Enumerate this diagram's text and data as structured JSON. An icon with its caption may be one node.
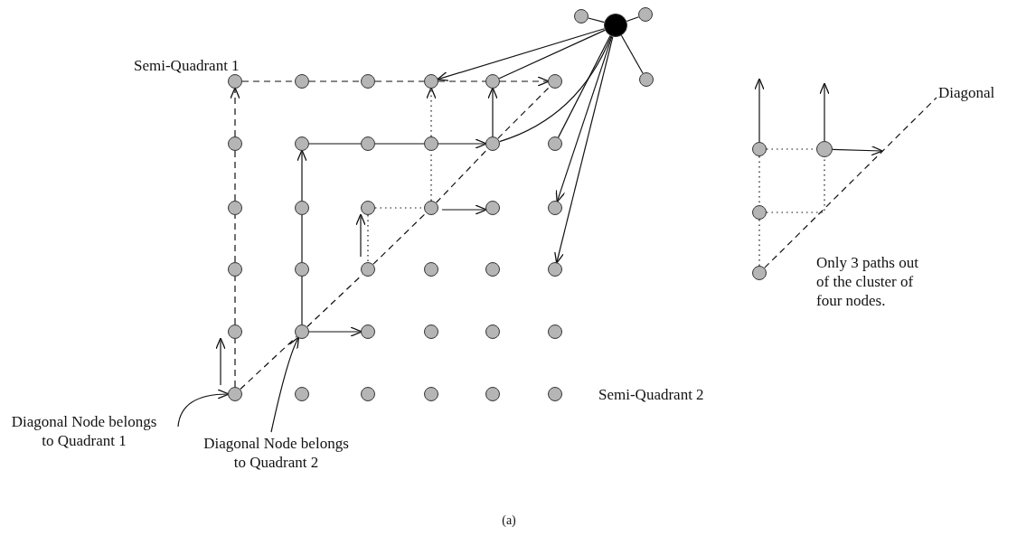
{
  "diagram": {
    "caption": "(a)",
    "nodes": [
      {
        "text": [],
        "shape": "circle"
      },
      {
        "text": [],
        "shape": "circle"
      },
      {
        "text": [],
        "shape": "circle"
      },
      {
        "text": [],
        "shape": "circle"
      },
      {
        "text": [],
        "shape": "circle"
      },
      {
        "text": [],
        "shape": "circle"
      },
      {
        "text": [],
        "shape": "circle"
      },
      {
        "text": [],
        "shape": "circle"
      },
      {
        "text": [],
        "shape": "circle"
      },
      {
        "text": [],
        "shape": "circle"
      },
      {
        "text": [],
        "shape": "circle"
      },
      {
        "text": [],
        "shape": "circle"
      },
      {
        "text": [],
        "shape": "circle"
      },
      {
        "text": [],
        "shape": "circle"
      },
      {
        "text": [],
        "shape": "circle"
      },
      {
        "text": [],
        "shape": "circle"
      },
      {
        "text": [],
        "shape": "circle"
      },
      {
        "text": [],
        "shape": "circle"
      },
      {
        "text": [],
        "shape": "circle"
      },
      {
        "text": [],
        "shape": "circle"
      },
      {
        "text": [],
        "shape": "circle"
      },
      {
        "text": [],
        "shape": "circle"
      },
      {
        "text": [],
        "shape": "circle"
      },
      {
        "text": [],
        "shape": "circle"
      },
      {
        "text": [],
        "shape": "circle"
      },
      {
        "text": [],
        "shape": "circle"
      },
      {
        "text": [],
        "shape": "circle"
      },
      {
        "text": [],
        "shape": "circle"
      },
      {
        "text": [],
        "shape": "circle"
      },
      {
        "text": [],
        "shape": "circle"
      },
      {
        "text": [],
        "shape": "circle"
      },
      {
        "text": [],
        "shape": "circle"
      },
      {
        "text": [],
        "shape": "circle"
      },
      {
        "text": [],
        "shape": "circle"
      },
      {
        "text": [],
        "shape": "circle"
      },
      {
        "text": [],
        "shape": "circle"
      },
      {
        "text": [],
        "shape": "circle"
      },
      {
        "text": [],
        "shape": "circle"
      },
      {
        "text": [],
        "shape": "circle"
      },
      {
        "text": [],
        "shape": "circle"
      },
      {
        "text": [],
        "shape": "circle"
      },
      {
        "text": [],
        "shape": "circle"
      },
      {
        "text": [],
        "shape": "circle"
      },
      {
        "text": [],
        "shape": "circle"
      },
      {
        "text": [
          "Diagonal Node belongs to Quadrant 1"
        ]
      },
      {
        "text": [
          "Diagonal Node belongs to Quadrant 2"
        ]
      },
      {
        "text": [
          "Diagonal"
        ]
      }
    ],
    "edges": [
      {
        "from": 36,
        "to": 37,
        "arrow": "none"
      },
      {
        "from": 36,
        "to": 38,
        "arrow": "none"
      },
      {
        "from": 36,
        "to": 39,
        "arrow": "none"
      },
      {
        "from": 36,
        "to": 11,
        "arrow": "none"
      },
      {
        "from": 36,
        "to": 3,
        "arrow": "to"
      },
      {
        "from": 36,
        "to": 4,
        "arrow": "none"
      },
      {
        "from": 36,
        "to": 10,
        "arrow": "none"
      },
      {
        "from": 36,
        "to": 17,
        "arrow": "to"
      },
      {
        "from": 36,
        "to": 23,
        "arrow": "to"
      },
      {
        "from": 30,
        "to": 24,
        "arrow": "none",
        "style": "dashed"
      },
      {
        "from": 24,
        "to": 18,
        "arrow": "none",
        "style": "dashed"
      },
      {
        "from": 18,
        "to": 12,
        "arrow": "none",
        "style": "dashed"
      },
      {
        "from": 12,
        "to": 6,
        "arrow": "none",
        "style": "dashed"
      },
      {
        "from": 6,
        "to": 0,
        "arrow": "to",
        "style": "dashed"
      },
      {
        "from": 0,
        "to": 1,
        "arrow": "none",
        "style": "dashed"
      },
      {
        "from": 1,
        "to": 2,
        "arrow": "none",
        "style": "dashed"
      },
      {
        "from": 2,
        "to": 3,
        "arrow": "none",
        "style": "dashed"
      },
      {
        "from": 3,
        "to": 4,
        "arrow": "none",
        "style": "dashed"
      },
      {
        "from": 4,
        "to": 5,
        "arrow": "to",
        "style": "dashed"
      },
      {
        "from": 30,
        "to": 25,
        "arrow": "none",
        "style": "dashed"
      },
      {
        "from": 25,
        "to": 20,
        "arrow": "none",
        "style": "dashed"
      },
      {
        "from": 20,
        "to": 15,
        "arrow": "none",
        "style": "dashed"
      },
      {
        "from": 15,
        "to": 10,
        "arrow": "none",
        "style": "dashed"
      },
      {
        "from": 10,
        "to": 5,
        "arrow": "none",
        "style": "dashed"
      },
      {
        "from": 25,
        "to": 19,
        "arrow": "none"
      },
      {
        "from": 19,
        "to": 13,
        "arrow": "none"
      },
      {
        "from": 13,
        "to": 7,
        "arrow": "to"
      },
      {
        "from": 7,
        "to": 8,
        "arrow": "none"
      },
      {
        "from": 8,
        "to": 9,
        "arrow": "none"
      },
      {
        "from": 9,
        "to": 10,
        "arrow": "to"
      },
      {
        "from": 10,
        "to": 4,
        "arrow": "to"
      },
      {
        "from": 9,
        "to": 3,
        "arrow": "to",
        "style": "dashed"
      },
      {
        "from": 14,
        "to": 15,
        "arrow": "none",
        "style": "dashed"
      },
      {
        "from": 15,
        "to": 9,
        "arrow": "none",
        "style": "dashed"
      },
      {
        "from": 14,
        "to": 20,
        "arrow": "none",
        "style": "dashed"
      },
      {
        "from": 20,
        "to": 14,
        "arrow": "to"
      },
      {
        "from": 15,
        "to": 16,
        "arrow": "to"
      },
      {
        "from": 25,
        "to": 26,
        "arrow": "to"
      },
      {
        "from": 30,
        "to": 24,
        "arrow": "to"
      },
      {
        "from": 44,
        "to": 30,
        "arrow": "to"
      },
      {
        "from": 45,
        "to": 25,
        "arrow": "to"
      },
      {
        "from": 40,
        "to": 41,
        "arrow": "none",
        "style": "dashed"
      },
      {
        "from": 40,
        "to": 42,
        "arrow": "none",
        "style": "dashed"
      },
      {
        "from": 42,
        "to": 43,
        "arrow": "none",
        "style": "dashed"
      },
      {
        "from": 42,
        "to": 41,
        "arrow": "none",
        "style": "dashed"
      },
      {
        "from": 43,
        "to": 46,
        "arrow": "none",
        "style": "dashed"
      },
      {
        "from": 40,
        "to": null,
        "arrow": "to"
      },
      {
        "from": 41,
        "to": null,
        "arrow": "to"
      },
      {
        "from": 41,
        "to": null,
        "arrow": "to"
      }
    ],
    "labels": [
      "Semi-Quadrant 1",
      "Semi-Quadrant 2",
      "Only 3 paths out of the cluster of four nodes."
    ]
  }
}
